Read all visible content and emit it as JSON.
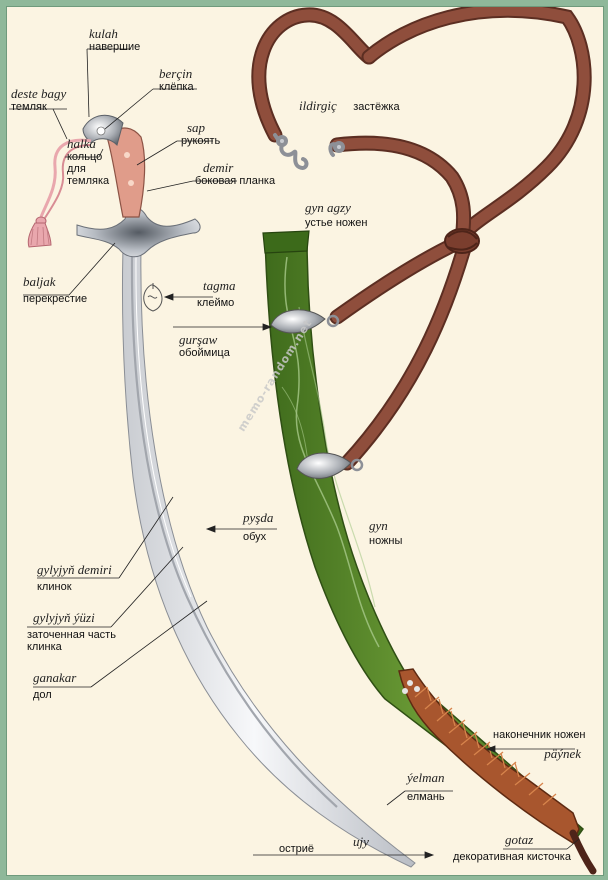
{
  "watermark": "memo-random.net",
  "labels": {
    "kulah": {
      "tk": "kulah",
      "ru": "навершие"
    },
    "bercin": {
      "tk": "berçin",
      "ru": "клёпка"
    },
    "deste_bagy": {
      "tk": "deste bagy",
      "ru": "темляк"
    },
    "sap": {
      "tk": "sap",
      "ru": "рукоять"
    },
    "demir": {
      "tk": "demir",
      "ru": "боковая планка"
    },
    "halka": {
      "tk": "halka",
      "ru_lines": [
        "кольцо",
        "для",
        "темляка"
      ]
    },
    "ildirgic": {
      "tk": "ildirgiç",
      "ru": "застёжка"
    },
    "gyn_agzy": {
      "tk": "gyn agzy",
      "ru": "устье ножен"
    },
    "baljak": {
      "tk": "baljak",
      "ru": "перекрестие"
    },
    "tagma": {
      "tk": "tagma",
      "ru": "клеймо"
    },
    "gursaw": {
      "tk": "gurşaw",
      "ru": "обоймица"
    },
    "pysda": {
      "tk": "pyşda",
      "ru": "обух"
    },
    "gyn": {
      "tk": "gyn",
      "ru": "ножны"
    },
    "gylyjyn_demiri": {
      "tk": "gylyjyň demiri",
      "ru": "клинок"
    },
    "gylyjyn_yuzi": {
      "tk": "gylyjyň ýüzi",
      "ru_lines": [
        "заточенная часть",
        "клинка"
      ]
    },
    "ganakar": {
      "tk": "ganakar",
      "ru": "дол"
    },
    "paynek": {
      "tk": "päýnek",
      "ru": "наконечник ножен"
    },
    "yelman": {
      "tk": "ýelman",
      "ru": "елмань"
    },
    "ujy": {
      "tk": "ujy",
      "ru": "остриё"
    },
    "gotaz": {
      "tk": "gotaz",
      "ru": "декоративная кисточка"
    }
  },
  "colors": {
    "background": "#fbf4e2",
    "frame": "#8fb89a",
    "scabbard": "#5a8a2a",
    "belt": "#8a4a38",
    "handle": "#e0a090",
    "blade": "#eef0f2",
    "tassel": "#e9a7ad",
    "chape": "#a8562e"
  }
}
